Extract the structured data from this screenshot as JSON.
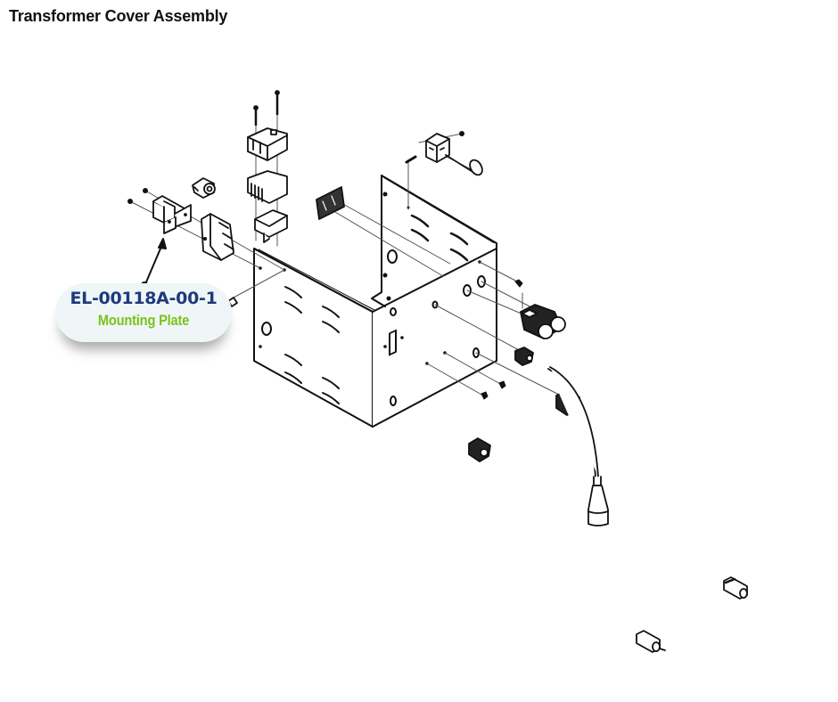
{
  "page": {
    "title": "Transformer Cover Assembly"
  },
  "callout": {
    "part_number": "EL-00118A-00-1",
    "part_name": "Mounting Plate",
    "part_number_color": "#1f3a7a",
    "part_name_color": "#7cc21a",
    "target_icon": "arrow-pointer-icon"
  },
  "diagram": {
    "type": "exploded-assembly",
    "line_color": "#111111",
    "components": [
      "mounting-plate-bracket",
      "circuit-breaker",
      "toroid-sensor",
      "relay-block",
      "heatsink",
      "relay-bracket",
      "terminal-strip",
      "terminal-block",
      "enclosure-cover",
      "dual-indicator-lamp",
      "cable-gland",
      "probe-cable",
      "connector-plug",
      "fuse-holder-1",
      "fuse-holder-2",
      "screws"
    ]
  }
}
